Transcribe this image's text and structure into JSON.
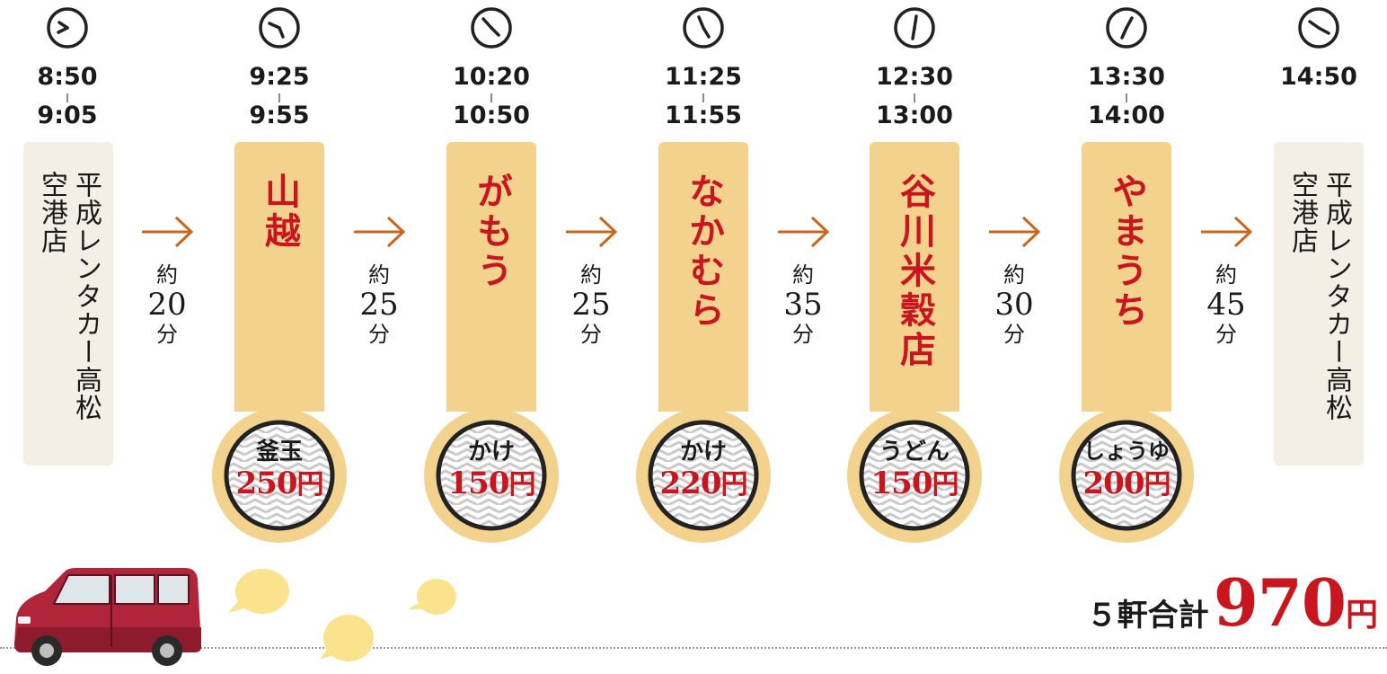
{
  "colors": {
    "accent_red": "#c9161e",
    "pillar_gold": "#f3d28d",
    "office_beige": "#f3efe4",
    "arrow_orange": "#c8661e"
  },
  "start": {
    "arrive": "8:50",
    "depart": "9:05",
    "name": "平成レンタカー高松空港店"
  },
  "stops": [
    {
      "arrive": "9:25",
      "depart": "9:55",
      "name": "山越",
      "menu": "釜玉",
      "price": "250",
      "yen": "円"
    },
    {
      "arrive": "10:20",
      "depart": "10:50",
      "name": "がもう",
      "menu": "かけ",
      "price": "150",
      "yen": "円"
    },
    {
      "arrive": "11:25",
      "depart": "11:55",
      "name": "なかむら",
      "menu": "かけ",
      "price": "220",
      "yen": "円"
    },
    {
      "arrive": "12:30",
      "depart": "13:00",
      "name": "谷川米穀店",
      "menu": "うどん",
      "price": "150",
      "yen": "円"
    },
    {
      "arrive": "13:30",
      "depart": "14:00",
      "name": "やまうち",
      "menu": "しょうゆ",
      "price": "200",
      "yen": "円"
    }
  ],
  "end": {
    "arrive": "14:50",
    "name": "平成レンタカー高松空港店"
  },
  "legs": [
    {
      "approx": "約",
      "minutes": "20",
      "unit": "分"
    },
    {
      "approx": "約",
      "minutes": "25",
      "unit": "分"
    },
    {
      "approx": "約",
      "minutes": "25",
      "unit": "分"
    },
    {
      "approx": "約",
      "minutes": "35",
      "unit": "分"
    },
    {
      "approx": "約",
      "minutes": "30",
      "unit": "分"
    },
    {
      "approx": "約",
      "minutes": "45",
      "unit": "分"
    }
  ],
  "total": {
    "label": "５軒合計",
    "amount": "970",
    "yen": "円"
  },
  "icons": {
    "clock": "clock-icon",
    "arrow": "arrow-right-icon",
    "car": "car-illustration",
    "bubble": "speech-bubble-icon"
  }
}
